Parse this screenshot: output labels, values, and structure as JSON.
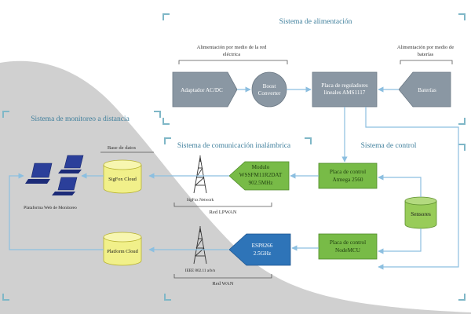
{
  "sections": {
    "power": "Sistema de alimentación",
    "monitoring": "Sistema de monitoreo a distancia",
    "wireless": "Sistema de comunicación inalámbrica",
    "control": "Sistema de control"
  },
  "notes": {
    "grid_line1": "Alimentación por medio de la red",
    "grid_line2": "eléctrica",
    "battery_line1": "Alimentación por medio de",
    "battery_line2": "baterías",
    "database": "Base de datos"
  },
  "blocks": {
    "adapter": "Adaptador AC/DC",
    "boost_line1": "Boost",
    "boost_line2": "Converter",
    "regulator_line1": "Placa de reguladores",
    "regulator_line2": "lineales AMS1117",
    "batteries": "Baterías",
    "atmega_line1": "Placa de control",
    "atmega_line2": "Atmega 2560",
    "nodemcu_line1": "Placa de control",
    "nodemcu_line2": "NodeMCU",
    "sensors": "Sensores",
    "sigfox_module_line1": "Modulo",
    "sigfox_module_line2": "WSSFM11R2DAT",
    "sigfox_module_line3": "902.5MHz",
    "esp_line1": "ESP8266",
    "esp_line2": "2.5GHz",
    "sigfox_cloud": "SigFox Cloud",
    "platform_cloud": "Platform Cloud",
    "sigfox_network": "SigFox Network",
    "ieee": "IEEE 802.11 a/b/n",
    "web_platform": "Plataforma Web de Monitoreo"
  },
  "links": {
    "lpwan": "Red LPWAN",
    "wan": "Red WAN"
  },
  "colors": {
    "gray_block": "#8a97a3",
    "yellow_cloud": "#f1f08a",
    "green_control": "#78bb47",
    "green_sensor": "#98cc59",
    "blue_module": "#2e74b8",
    "arrow": "#8cbfe0",
    "background_swoosh": "#d0d0d0",
    "section_text": "#3f7f9c"
  }
}
